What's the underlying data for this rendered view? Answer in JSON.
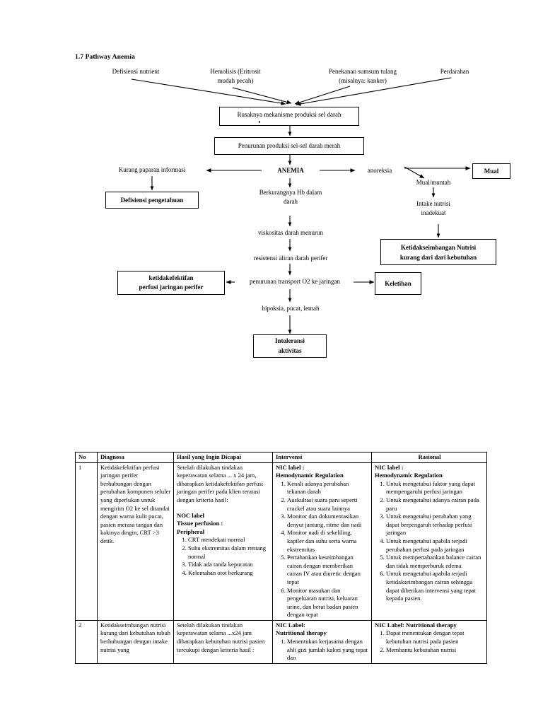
{
  "document": {
    "section_heading": "1.7 Pathway Anemia"
  },
  "pathway": {
    "causes": [
      {
        "id": "defisiensi-nutrient",
        "label": "Defisiensi nutrient"
      },
      {
        "id": "hemolisis",
        "label": "Hemolisis (Eritrosit\nmudah pecah)"
      },
      {
        "id": "penekanan-sumsum-tulang",
        "label": "Penekanan sumsum tulang\n(misalnya: kanker)"
      },
      {
        "id": "perdarahan",
        "label": "Perdarahan"
      }
    ],
    "nodes": {
      "rusaknya_mekanisme": "Rusaknya mekanisme produksi sel darah",
      "penurunan_produksi": "Penurunan produksi sel-sel darah merah",
      "anemia": "ANEMIA",
      "kurang_paparan": "Kurang paparan informasi",
      "defisiensi_pengetahuan": "Defisiensi pengetahuan",
      "anoreksia": "anoreksia",
      "mual": "Mual",
      "mual_muntah": "Mual/muntah",
      "intake_nutrisi": "Intake nutrisi\ninadekuat",
      "ketidakseimbangan_nutrisi": "Ketidakseimbangan Nutrisi\nkurang dari dari kebutuhan",
      "berkurangnya_hb": "Berkurangnya Hb dalam\ndarah",
      "viskositas": "viskositas darah menurun",
      "resistensi": "resistensi aliran darah perifer",
      "penurunan_transport": "penurunan transport O2 ke jaringan",
      "ketidakefektifan_perfusi": "ketidakefektifan\nperfusi jaringan perifer",
      "keletihan": "Keletihan",
      "hipoksia": "hipoksia, pucat, lemah",
      "intoleransi_aktivitas": "Intoleransi\naktivitas"
    }
  },
  "care_plan": {
    "headers": [
      "No",
      "Diagnosa",
      "Hasil yang Ingin Dicapai",
      "Intervensi",
      "Rasional"
    ],
    "rows": [
      {
        "no": "1",
        "diagnosa": "Ketidakefektifan perfusi jaringan perifer berhubungan dengan perubahan komponen seluler yang diperlukan untuk mengirim O2 ke sel ditandai dengan warna kulit pucat, pasien merasa tangan dan kakinya dingin, CRT >3 detik.",
        "hasil": {
          "intro": "Setelah dilakukan tindakan keperawatan selama ... x 24 jam, diharapkan ketidakefektifan perfusi jaringan perifer pada klien teratasi dengan kriteria hasil:",
          "label_line1": "NOC label",
          "label_line2": "Tissue perfusion :",
          "label_line3": "Peripheral",
          "items": [
            "CRT mendekati normal",
            "Suhu ekstremitas dalam rentang normal",
            "Tidak ada tanda kepucatan",
            "Kelemahan otot berkurang"
          ]
        },
        "intervensi": {
          "label_line1": "NIC label :",
          "label_line2": "Hemodynamic Regulation",
          "items": [
            "Kenali adanya perubahan tekanan darah",
            "Auskultasi suara paru seperti crackel atau suara lainnya",
            "Monitor dan dokumentasikan denyut jantung, ritme dan nadi",
            "Monitor nadi di sekeliling, kapiler dan suhu serta warna ekstremitas",
            "Pertahankan keseimbangan cairan dengan memberikan cairan IV atau diuretic dengan tepat",
            "Monitor masukan dan pengeluaran nutrisi, keluaran urine, dan berat badan pasien dengan tepat"
          ]
        },
        "rasional": {
          "label_line1": "NIC label :",
          "label_line2": "Hemodynamic Regulation",
          "items": [
            "Untuk mengetahui faktor yang dapat mempengaruhi perfusi jaringan",
            "Untuk mengetahui adanya cairan pada paru",
            "Untuk mengetahui perubahan yang dapat berpengaruh terhadap perfusi jaringan",
            "Untuk mengetahui apabila terjadi perubahan perfusi pada jaringan",
            "Untuk mempertahankan balance cairan dan tidak memperburuk edema",
            "Untuk mengetahui apabila terjadi ketidakseimbangan cairan sehingga dapat diberikan intervensi yang tepat kepada pasien."
          ]
        }
      },
      {
        "no": "2",
        "diagnosa": "Ketidakseimbangan nutrisi kurang dari kebutuhan tubuh berhubungan dengan intake nutrisi yang",
        "hasil": {
          "intro": "Setelah dilakukan tindakan keperawatan selama ...x24 jam diharapkan kebutuhan nutrisi pasien tercukupi dengan kriteria hasil :",
          "label_line1": "",
          "label_line2": "",
          "label_line3": "",
          "items": []
        },
        "intervensi": {
          "label_line1": "NIC Label:",
          "label_line2": "Nutritional therapy",
          "items": [
            "Menentukan kerjasama dengan ahli gizi jumlah kalori yang tepat dan"
          ]
        },
        "rasional": {
          "label_line1": "NIC Label: Nutritional therapy",
          "label_line2": "",
          "items": [
            "Dapat menentukan dengan tepat kebutuhan nutrisi pada pasien",
            "Membantu kebutuhan nutrisi"
          ]
        }
      }
    ]
  }
}
